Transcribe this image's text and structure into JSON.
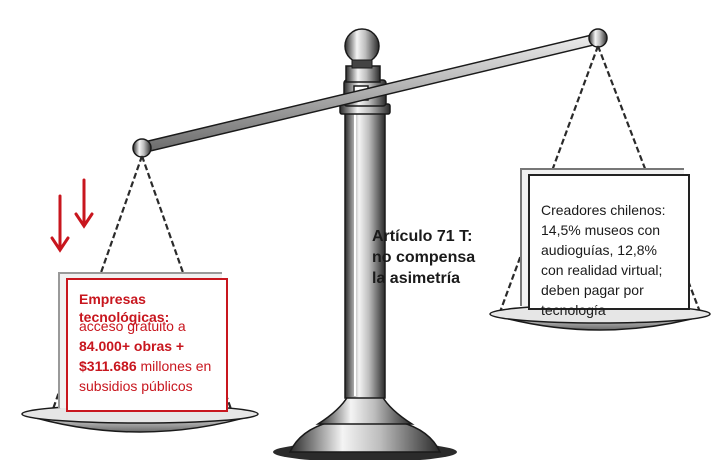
{
  "left_card": {
    "title": "Empresas tecnológicas:",
    "line1": "acceso gratuito a",
    "line2": "84.000+ obras +",
    "line3_bold": "$311.686",
    "line3_rest": " millones en",
    "line4": "subsidios públicos"
  },
  "center_label": {
    "line1": "Artículo 71 T:",
    "line2": "no compensa",
    "line3": "la asimetría"
  },
  "right_card": {
    "line1": "Creadores chilenos:",
    "line2": "14,5% museos con",
    "line3": "audioguías, 12,8%",
    "line4": "con realidad virtual;",
    "line5": "deben pagar por",
    "line6": "tecnología"
  },
  "colors": {
    "accent_red": "#c8161e",
    "ink": "#1a1a1a"
  },
  "icons": [
    "down-arrow-icon",
    "down-arrow-icon"
  ]
}
